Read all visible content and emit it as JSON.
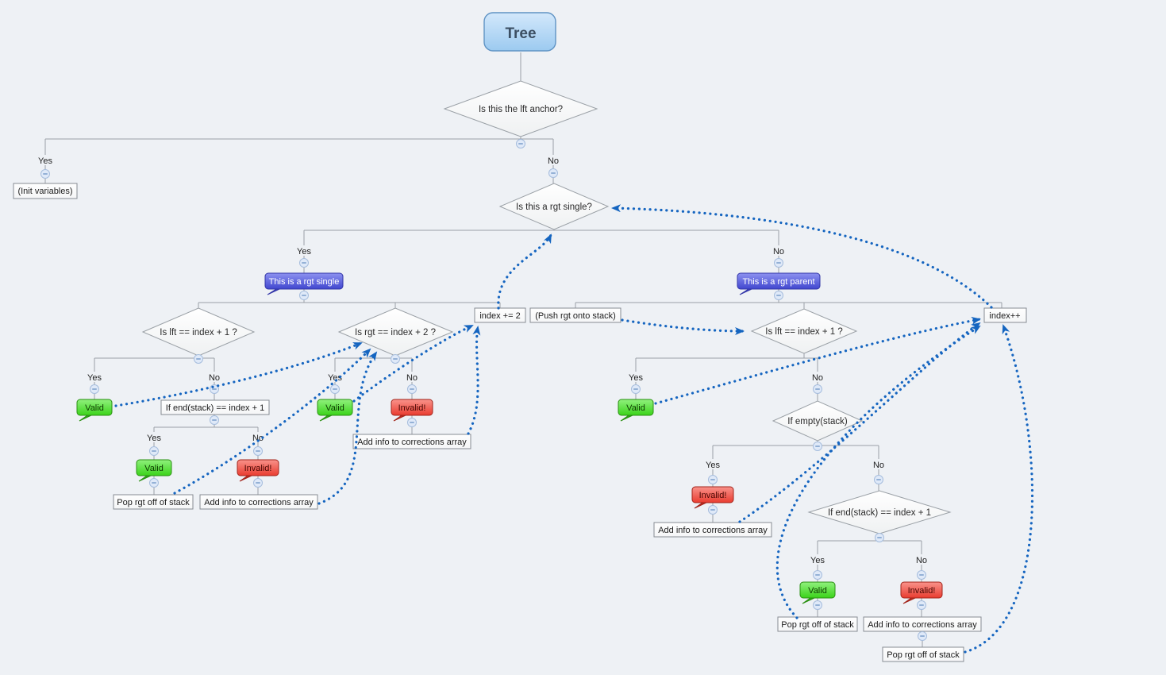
{
  "app": {
    "description": "Tree validation flowchart mind map"
  },
  "labels": {
    "yes": "Yes",
    "no": "No"
  },
  "nodes": {
    "root": "Tree",
    "q_lft_anchor": "Is this the lft anchor?",
    "init_variables": "(Init variables)",
    "q_rgt_single": "Is this a rgt single?",
    "rgt_single": "This is a rgt single",
    "rgt_parent": "This is a rgt parent",
    "q_lft_index1": "Is lft == index + 1 ?",
    "q_rgt_index2": "Is rgt == index + 2 ?",
    "index_plus2": "index += 2",
    "push_rgt": "(Push rgt onto stack)",
    "index_plusplus": "index++",
    "valid": "Valid",
    "invalid": "Invalid!",
    "if_end_stack": "If end(stack) == index + 1",
    "if_empty_stack": "If empty(stack)",
    "pop_rgt": "Pop rgt off of stack",
    "add_info": "Add info to corrections array"
  },
  "colors": {
    "background": "#eef1f5",
    "tree_connector": "#9aa0a6",
    "cross_link": "#1565c0",
    "diamond_border": "#9aa0a6",
    "box_border": "#878c92",
    "bubble_purple": "#4a50d8",
    "bubble_green": "#3ed81c",
    "bubble_red": "#ea3c30",
    "root_fill": "#a5cff2",
    "toggle_fill": "#dfe9f8",
    "toggle_border": "#a6bddd"
  }
}
